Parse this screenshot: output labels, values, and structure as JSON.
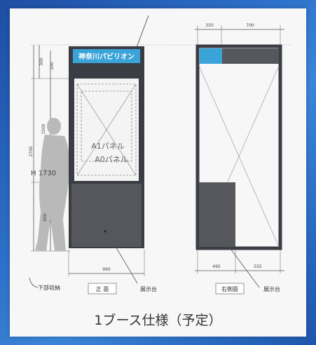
{
  "front": {
    "sign_text": "神奈川パビリオン",
    "panel_a1": "A1パネル",
    "panel_a0": "A0パネル",
    "height_note": "H 1730",
    "dim_width": "990",
    "dim_total_height": "2700",
    "dim_300": "300",
    "dim_200": "200",
    "dim_1500": "1500",
    "dim_900": "900",
    "view_label": "正 面",
    "storage_label": "下部収納",
    "stand_label": "展示台"
  },
  "side": {
    "dim_top_left": "350",
    "dim_top_right": "700",
    "dim_bottom_left": "495",
    "dim_bottom_right": "555",
    "view_label": "右側面",
    "stand_label": "展示台"
  },
  "caption": "1ブース仕様（予定）",
  "colors": {
    "background": "#2563b8",
    "sign": "#3aa3d8",
    "frame": "#3b3d44",
    "lower_cabinet": "#55575d"
  }
}
